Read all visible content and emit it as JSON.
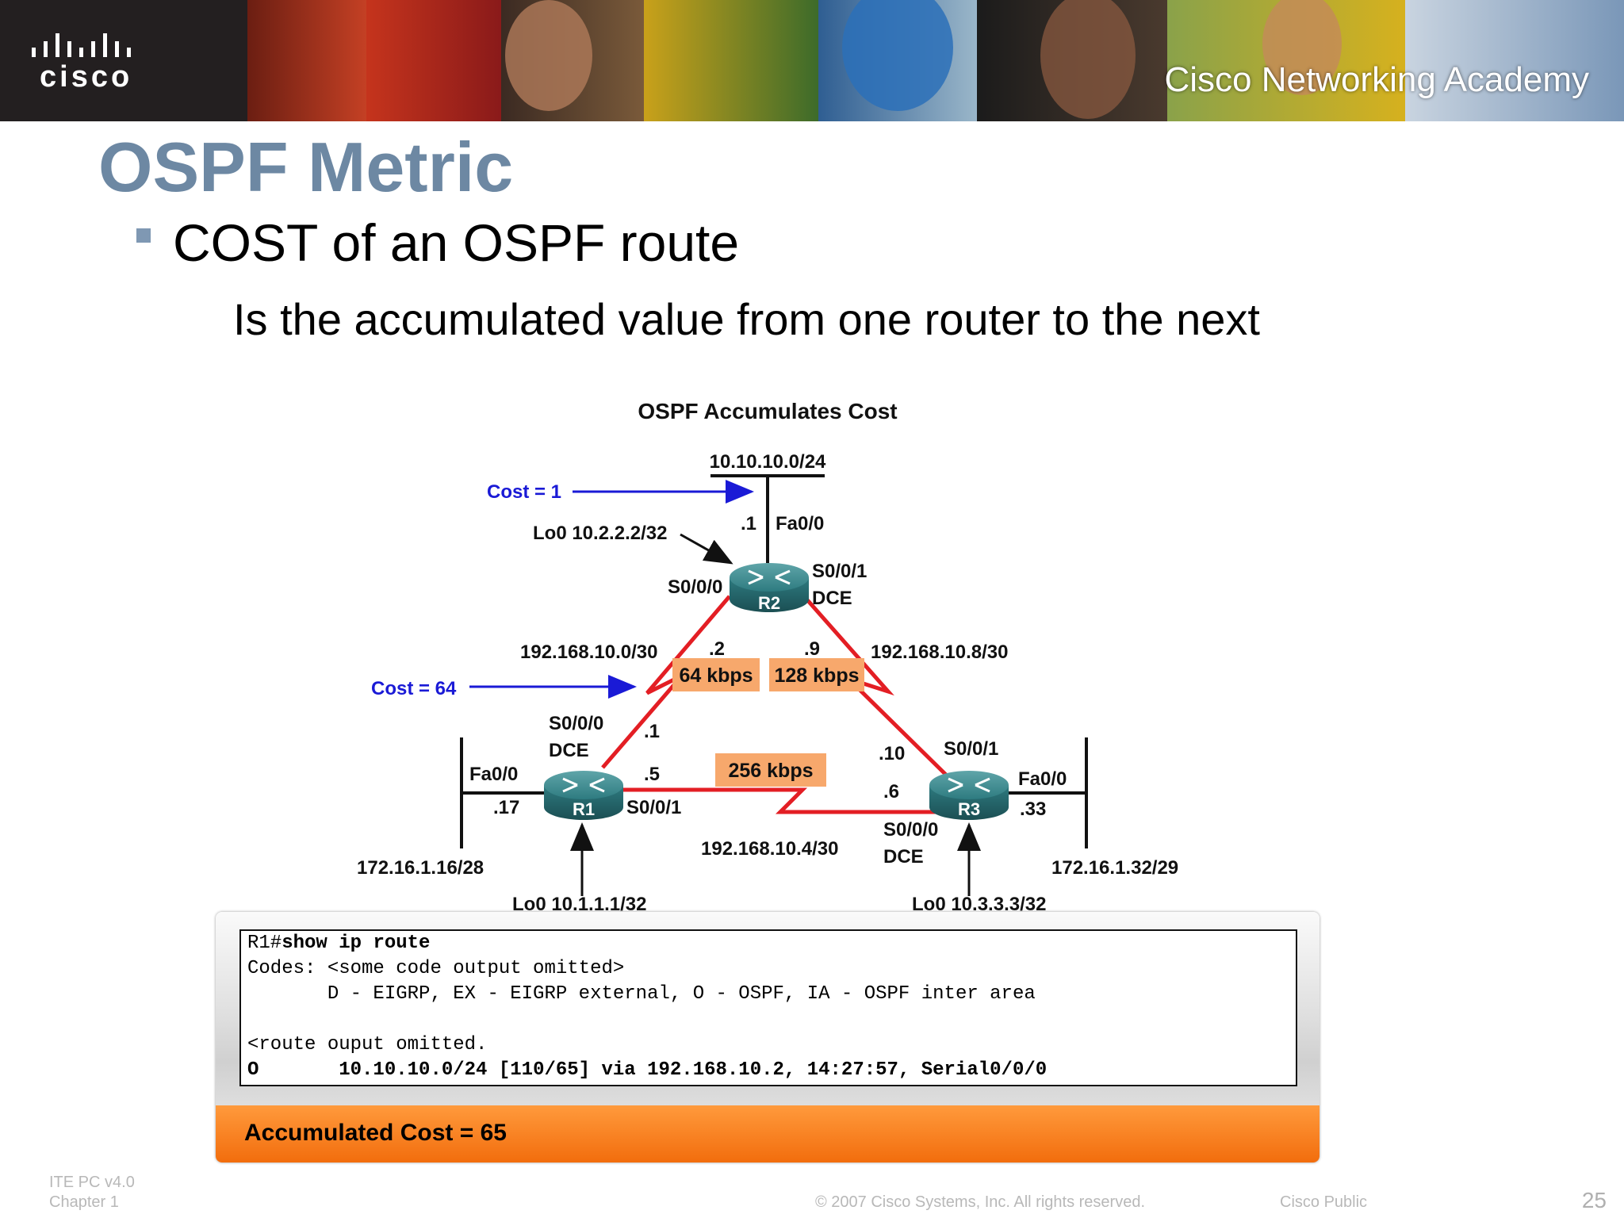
{
  "header": {
    "logo_text": "cisco",
    "academy_text": "Cisco Networking Academy"
  },
  "slide": {
    "title": "OSPF Metric",
    "bullet": "COST of an OSPF route",
    "subtext": "Is the accumulated value from one router to the next"
  },
  "diagram": {
    "title": "OSPF Accumulates Cost",
    "labels": {
      "net_top": "10.10.10.0/24",
      "cost1": "Cost = 1",
      "lo0_r2": "Lo0 10.2.2.2/32",
      "dot1_top": ".1",
      "fa00_r2": "Fa0/0",
      "s000_r2": "S0/0/0",
      "s001_r2": "S0/0/1",
      "dce_r2": "DCE",
      "r2": "R2",
      "net_left": "192.168.10.0/30",
      "dot2": ".2",
      "dot9": ".9",
      "net_right": "192.168.10.8/30",
      "bw_64": "64 kbps",
      "bw_128": "128 kbps",
      "cost64": "Cost = 64",
      "s000_r1": "S0/0/0",
      "dce_r1": "DCE",
      "dot1_r1": ".1",
      "fa00_r1": "Fa0/0",
      "dot5": ".5",
      "dot17": ".17",
      "r1": "R1",
      "s001_r1": "S0/0/1",
      "bw_256": "256 kbps",
      "dot10": ".10",
      "s001_r3": "S0/0/1",
      "fa00_r3": "Fa0/0",
      "dot6": ".6",
      "r3": "R3",
      "dot33": ".33",
      "s000_r3": "S0/0/0",
      "dce_r3": "DCE",
      "net_bottom": "192.168.10.4/30",
      "net_r1_lan": "172.16.1.16/28",
      "net_r3_lan": "172.16.1.32/29",
      "lo0_r1": "Lo0 10.1.1.1/32",
      "lo0_r3": "Lo0 10.3.3.3/32"
    }
  },
  "console": {
    "prompt": "R1#",
    "command": "show ip route",
    "line2": "Codes: <some code output omitted>",
    "line3": "       D - EIGRP, EX - EIGRP external, O - OSPF, IA - OSPF inter area",
    "line4": "",
    "line5": "<route ouput omitted.",
    "route_code": "O",
    "route_rest": "       10.10.10.0/24 [110/65] via 192.168.10.2, 14:27:57, Serial0/0/0",
    "summary": "Accumulated Cost = 65"
  },
  "footer": {
    "course": "ITE PC v4.0",
    "chapter": "Chapter 1",
    "copyright": "© 2007 Cisco Systems, Inc. All rights reserved.",
    "classification": "Cisco Public",
    "page": "25"
  },
  "colors": {
    "title": "#6d88a3",
    "link_red": "#e31e24",
    "bandwidth_box": "#f7a86c",
    "cost_blue": "#1a1ad6",
    "router": "#2e7b80",
    "summary_bar": "#f5821f"
  }
}
